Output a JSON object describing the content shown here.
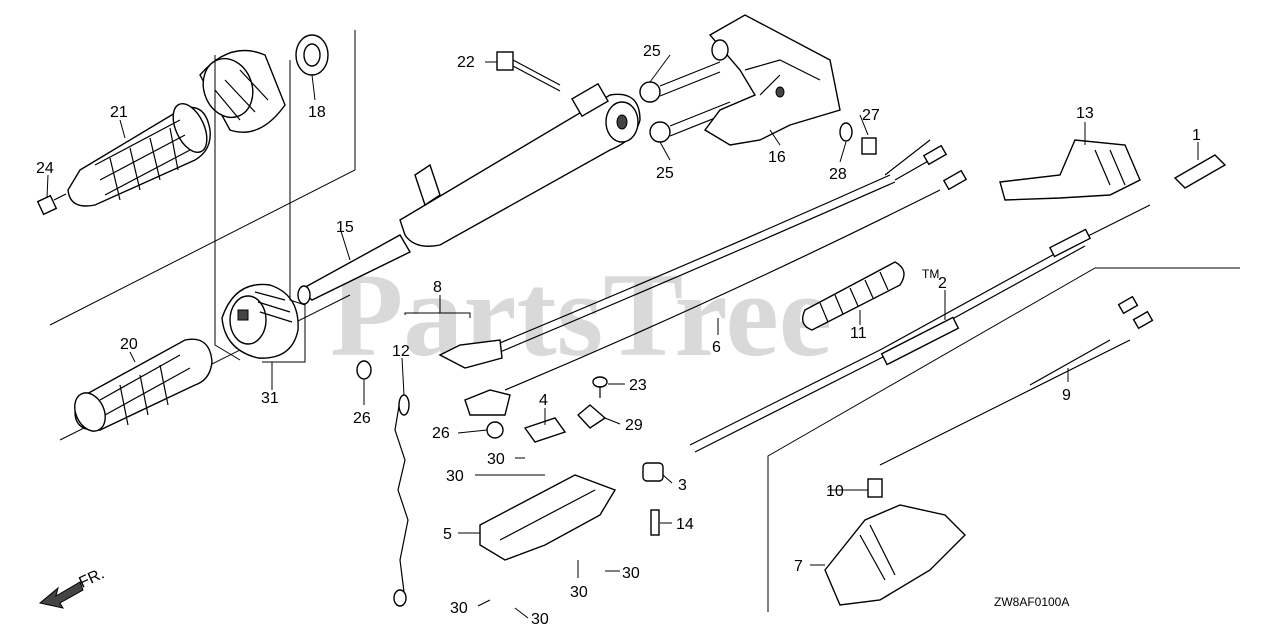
{
  "watermark": "PartsTree",
  "trademark": "TM",
  "diagram_code": "ZW8AF0100A",
  "front_indicator": "FR.",
  "callouts": {
    "p1": "1",
    "p2": "2",
    "p3": "3",
    "p4": "4",
    "p5": "5",
    "p6": "6",
    "p7": "7",
    "p8": "8",
    "p9": "9",
    "p10": "10",
    "p11": "11",
    "p12": "12",
    "p13": "13",
    "p14": "14",
    "p15": "15",
    "p16": "16",
    "p18": "18",
    "p20": "20",
    "p21": "21",
    "p22": "22",
    "p23": "23",
    "p24": "24",
    "p25a": "25",
    "p25b": "25",
    "p26a": "26",
    "p26b": "26",
    "p27": "27",
    "p28": "28",
    "p29": "29",
    "p30a": "30",
    "p30b": "30",
    "p30c": "30",
    "p30d": "30",
    "p30e": "30",
    "p31": "31"
  }
}
